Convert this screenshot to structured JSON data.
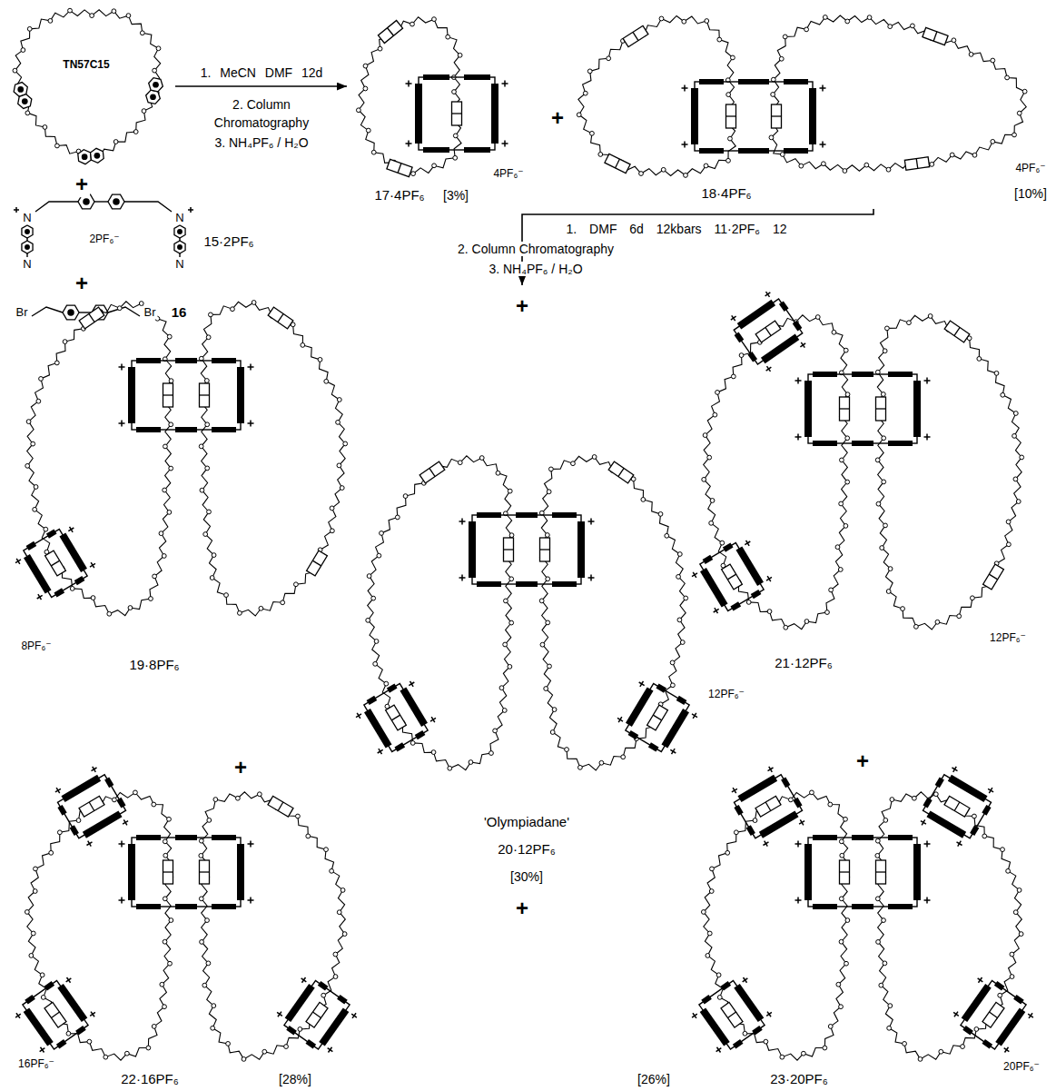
{
  "diagram": {
    "nodes": [
      {
        "text": [
          "TN57C15"
        ]
      },
      {
        "text": [
          "N",
          "N",
          "N",
          "N",
          "2PF₆⁻",
          "15·2PF₆"
        ]
      },
      {
        "text": [
          "Br",
          "Br",
          "16"
        ]
      },
      {
        "text": [
          "4PF₆⁻",
          "17·4PF₆",
          "[3%]"
        ]
      },
      {
        "text": [
          "4PF₆⁻",
          "18·4PF₆",
          "[10%]"
        ]
      },
      {
        "text": [
          "8PF₆⁻",
          "19·8PF₆"
        ]
      },
      {
        "text": [
          "12PF₆⁻",
          "'Olympiadane'",
          "20·12PF₆",
          "[30%]"
        ]
      },
      {
        "text": [
          "12PF₆⁻",
          "21·12PF₆"
        ]
      },
      {
        "text": [
          "16PF₆⁻",
          "22·16PF₆",
          "[28%]"
        ]
      },
      {
        "text": [
          "20PF₆⁻",
          "[26%]",
          "23·20PF₆"
        ]
      }
    ],
    "edges": [
      {
        "from": 0,
        "to": 3,
        "arrow": "to"
      },
      {
        "from": 4,
        "to": 6,
        "arrow": "to"
      }
    ],
    "labels": [
      "1. MeCN DMF 12d",
      "2. Column",
      "Chromatography",
      "3. NH₄PF₆ / H₂O",
      "+",
      "+",
      "+",
      "1. DMF 6d 12kbars 11·2PF₆ 12",
      "2. Column Chromatography",
      "3. NH₄PF₆ / H₂O",
      "+",
      "+",
      "+",
      "+"
    ]
  }
}
